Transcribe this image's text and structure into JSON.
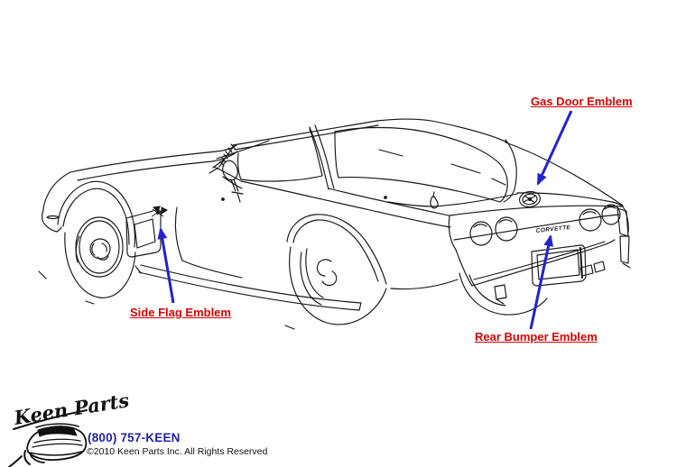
{
  "diagram": {
    "callouts": [
      {
        "id": "gas-door",
        "label": "Gas Door Emblem"
      },
      {
        "id": "side-flag",
        "label": "Side Flag Emblem"
      },
      {
        "id": "rear-bumper",
        "label": "Rear Bumper Emblem"
      }
    ],
    "rear_bumper_script": "CORVETTE"
  },
  "footer": {
    "logo_text": "Keen Parts",
    "phone": "(800) 757-KEEN",
    "copyright": "©2010 Keen Parts Inc. All Rights Reserved"
  },
  "colors": {
    "label_red": "#dd0000",
    "arrow_blue": "#2323cc",
    "phone_blue": "#2222ad",
    "ink": "#151515",
    "bg": "#ffffff"
  }
}
